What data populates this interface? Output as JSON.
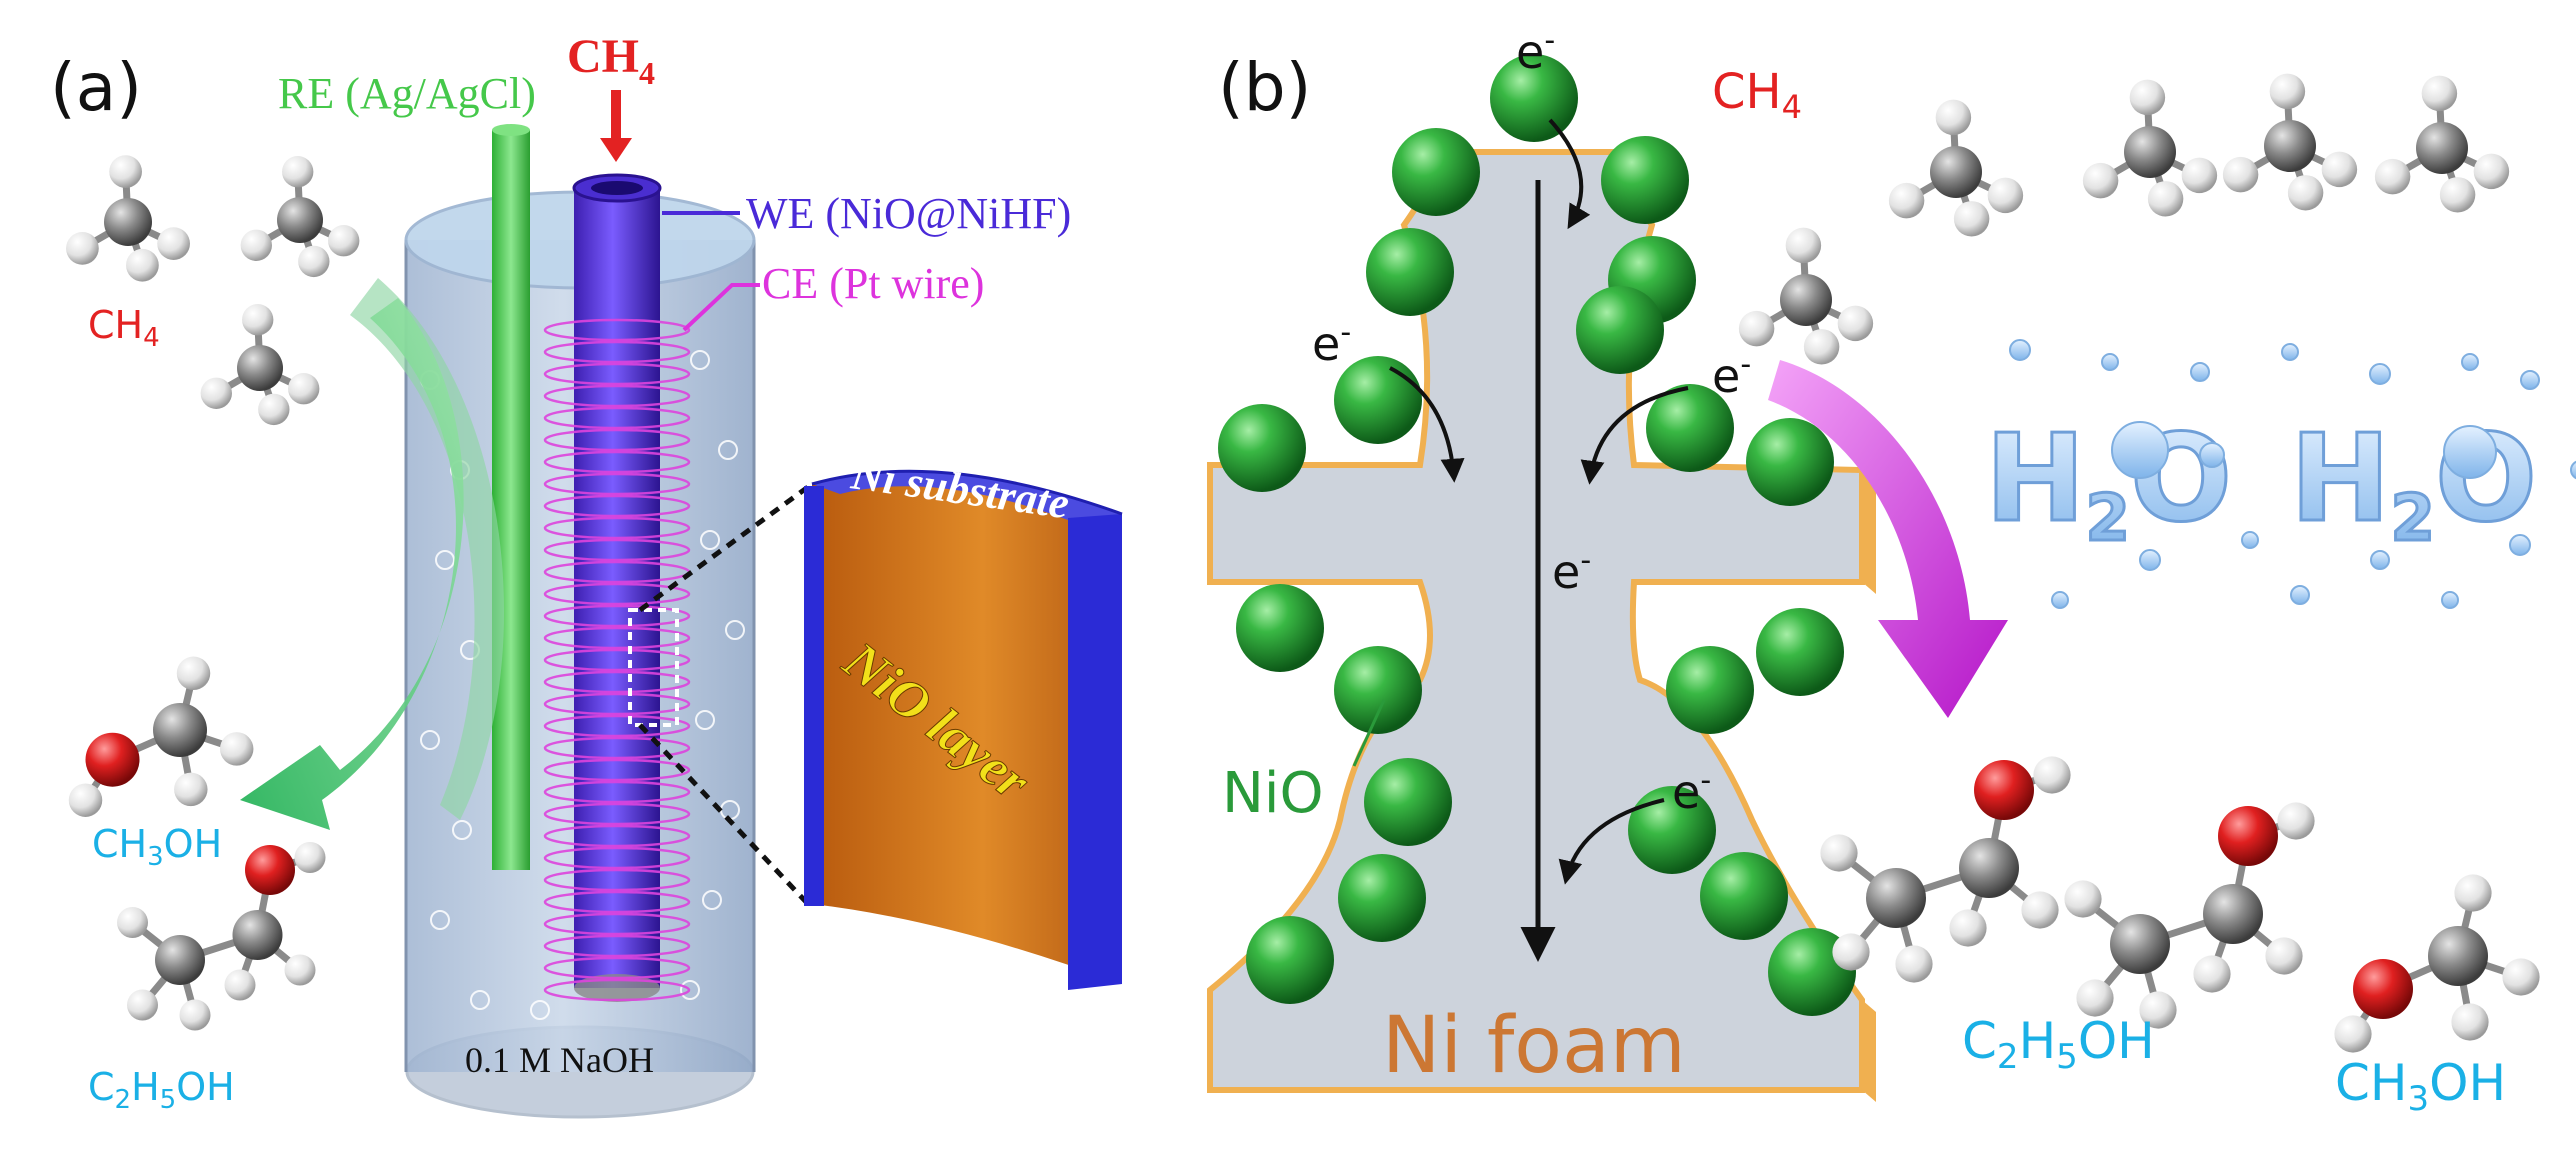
{
  "panel_a": {
    "label": "(a)",
    "ch4_inlet": "CH4",
    "re_label": "RE (Ag/AgCl)",
    "we_label": "WE (NiO@NiHF)",
    "ce_label": "CE (Pt wire)",
    "electrolyte": "0.1 M  NaOH",
    "substrate_label": "Ni substrate",
    "layer_label": "NiO layer",
    "reactant_label": "CH4",
    "product_methanol": "CH3OH",
    "product_ethanol": "C2H5OH"
  },
  "panel_b": {
    "label": "(b)",
    "reactant_label": "CH4",
    "electron": "e",
    "electron_sup": "-",
    "nio_label": "NiO",
    "foam_label": "Ni foam",
    "water_label": "H2O",
    "product_ethanol": "C2H5OH",
    "product_methanol": "CH3OH"
  },
  "colors": {
    "reactant_red": "#e32222",
    "product_blue": "#1ab0e6",
    "re_green": "#45c84a",
    "we_purple": "#4a2ad8",
    "ce_magenta": "#dd33dd",
    "nio_green": "#2a9a3a",
    "foam_orange": "#cc7733",
    "substrate_blue": "#2b2bd6",
    "arrow_magenta": "#c020d0"
  }
}
